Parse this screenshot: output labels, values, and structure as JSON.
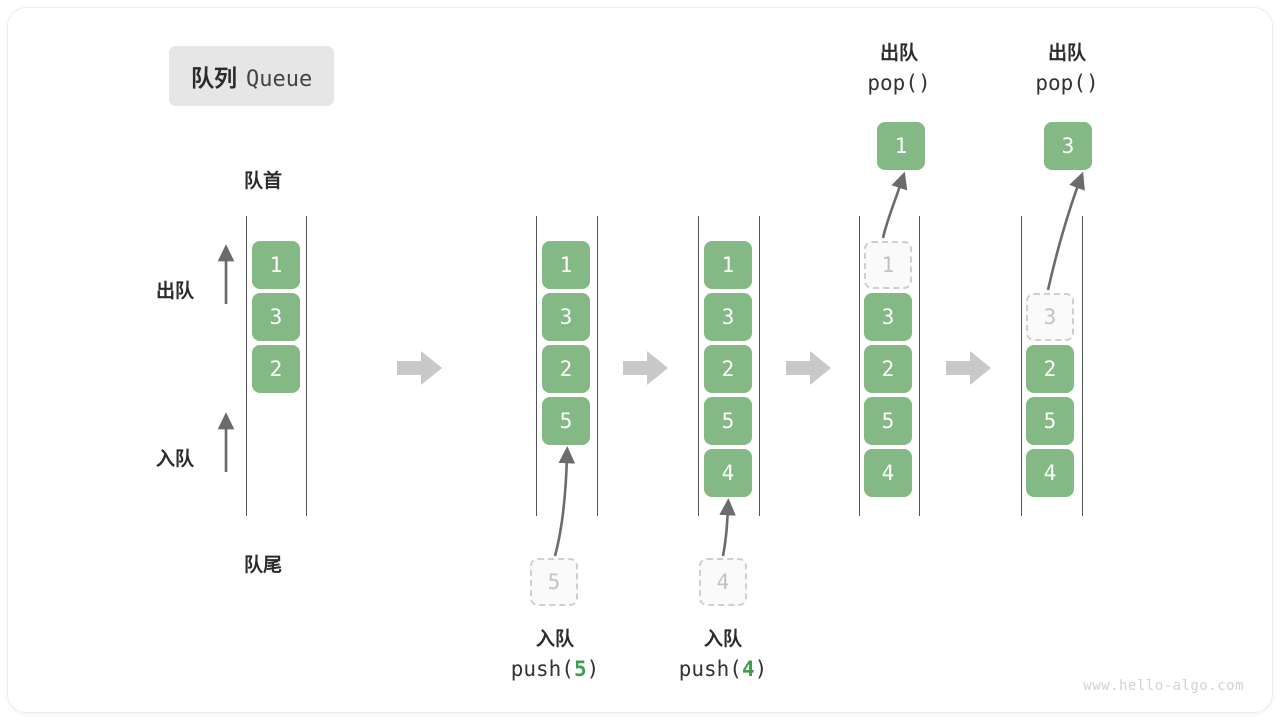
{
  "title": {
    "cn": "队列",
    "en": "Queue"
  },
  "watermark": "www.hello-algo.com",
  "labels": {
    "head": "队首",
    "tail": "队尾",
    "dequeue": "出队",
    "enqueue": "入队"
  },
  "colors": {
    "cell_green": "#84b884",
    "cell_text": "#ffffff",
    "ghost_border": "#cfcfcf",
    "ghost_text": "#c2c2c2",
    "rail": "#555555",
    "arrow": "#6b6b6b",
    "step_arrow": "#c8c8c8",
    "badge_bg": "#e6e6e6",
    "code_accent": "#3f9d51",
    "watermark": "#d2d2d2"
  },
  "columns": [
    {
      "name": "initial-queue",
      "cells": [
        "1",
        "3",
        "2"
      ],
      "ghosts": []
    },
    {
      "name": "after-push-5",
      "cells": [
        "1",
        "3",
        "2",
        "5"
      ],
      "incoming": "5",
      "op_cn": "入队",
      "op_code_prefix": "push(",
      "op_code_arg": "5",
      "op_code_suffix": ")"
    },
    {
      "name": "after-push-4",
      "cells": [
        "1",
        "3",
        "2",
        "5",
        "4"
      ],
      "incoming": "4",
      "op_cn": "入队",
      "op_code_prefix": "push(",
      "op_code_arg": "4",
      "op_code_suffix": ")"
    },
    {
      "name": "after-pop-1",
      "cells": [
        "3",
        "2",
        "5",
        "4"
      ],
      "popped": "1",
      "op_cn": "出队",
      "op_code": "pop()"
    },
    {
      "name": "after-pop-3",
      "cells": [
        "2",
        "5",
        "4"
      ],
      "popped": "3",
      "op_cn": "出队",
      "op_code": "pop()"
    }
  ],
  "chart_data": {
    "type": "diagram",
    "title": "队列 Queue",
    "structure": "FIFO queue operations",
    "steps": [
      {
        "state": [
          "1",
          "3",
          "2"
        ],
        "operation": null
      },
      {
        "state": [
          "1",
          "3",
          "2",
          "5"
        ],
        "operation": "push(5)"
      },
      {
        "state": [
          "1",
          "3",
          "2",
          "5",
          "4"
        ],
        "operation": "push(4)"
      },
      {
        "state": [
          "3",
          "2",
          "5",
          "4"
        ],
        "operation": "pop()",
        "returns": "1"
      },
      {
        "state": [
          "2",
          "5",
          "4"
        ],
        "operation": "pop()",
        "returns": "3"
      }
    ]
  }
}
